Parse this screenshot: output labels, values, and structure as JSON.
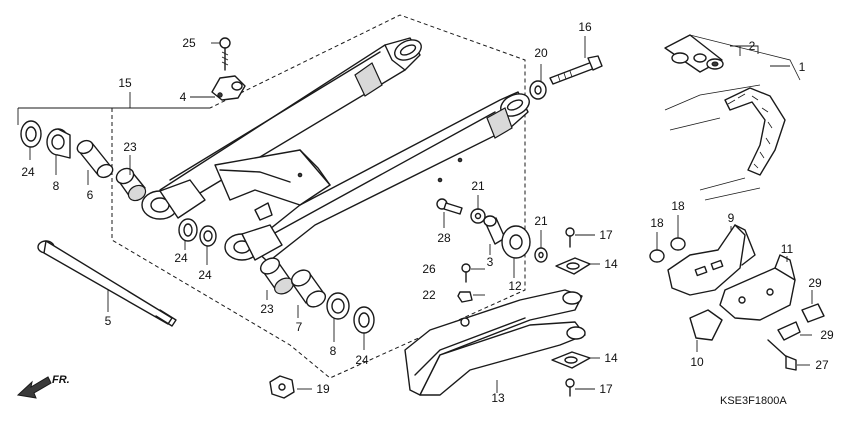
{
  "diagram": {
    "code": "KSE3F1800A",
    "direction_label": "FR.",
    "callouts": [
      "1",
      "2",
      "3",
      "4",
      "5",
      "6",
      "7",
      "8",
      "8",
      "9",
      "10",
      "11",
      "12",
      "13",
      "14",
      "14",
      "15",
      "16",
      "17",
      "17",
      "18",
      "18",
      "19",
      "20",
      "21",
      "21",
      "22",
      "23",
      "23",
      "24",
      "24",
      "24",
      "24",
      "25",
      "26",
      "27",
      "28",
      "29",
      "29"
    ]
  }
}
